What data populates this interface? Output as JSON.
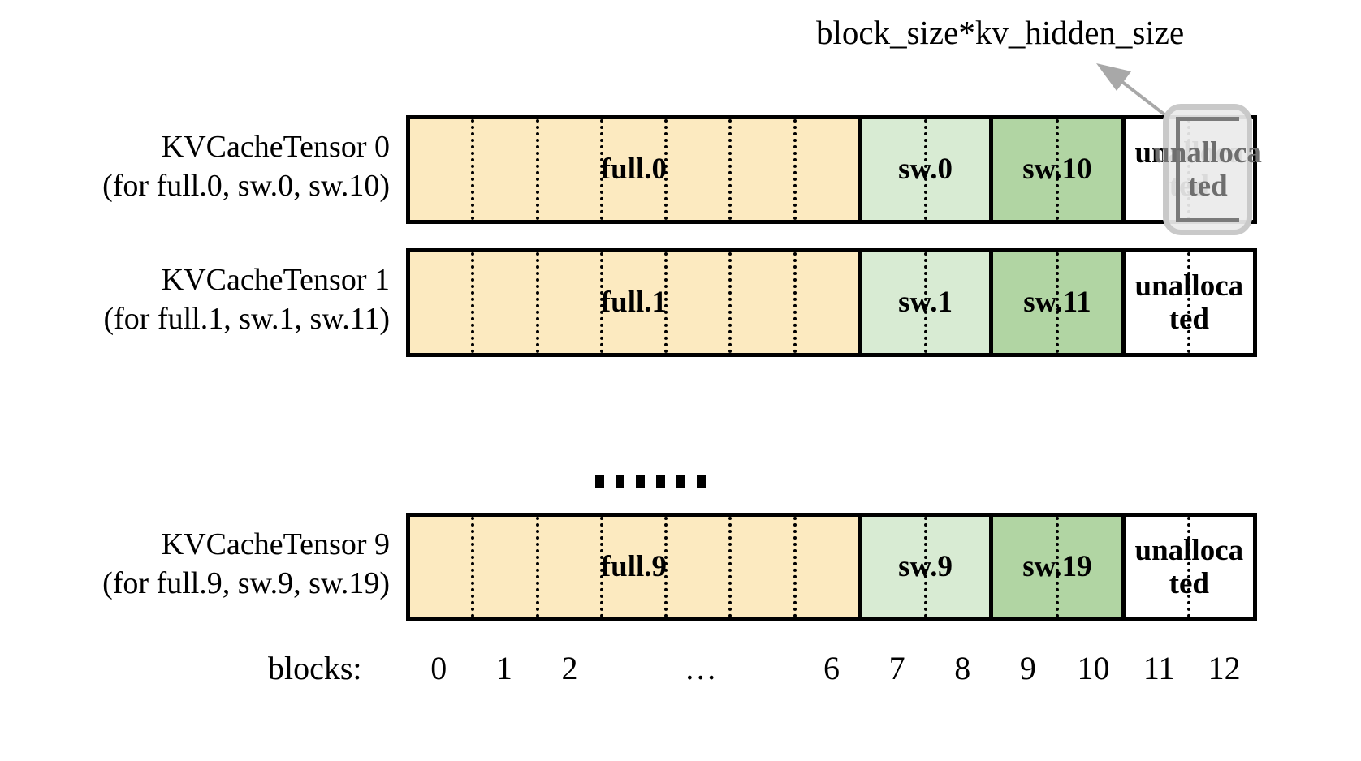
{
  "annotation": {
    "label": "block_size*kv_hidden_size",
    "arrow_icon": "arrow-up-left-icon",
    "highlight_target": "unallocated block 11 of KVCacheTensor 0"
  },
  "rows": [
    {
      "id": "kvcachetensor-0",
      "label_line1": "KVCacheTensor 0",
      "label_line2": "(for full.0, sw.0, sw.10)",
      "segments": [
        {
          "name": "full",
          "label": "full.0",
          "blocks": 7,
          "fill": "#fceac0",
          "text_color": "#000000"
        },
        {
          "name": "sw-low",
          "label": "sw.0",
          "blocks": 2,
          "fill": "#d8ebd3",
          "text_color": "#000000"
        },
        {
          "name": "sw-high",
          "label": "sw.10",
          "blocks": 2,
          "fill": "#b1d5a3",
          "text_color": "#000000"
        },
        {
          "name": "unallocated",
          "label": "unalloca\nted",
          "blocks": 2,
          "fill": "#ffffff",
          "text_color": "#000000"
        }
      ],
      "highlighted": true
    },
    {
      "id": "kvcachetensor-1",
      "label_line1": "KVCacheTensor 1",
      "label_line2": "(for full.1, sw.1, sw.11)",
      "segments": [
        {
          "name": "full",
          "label": "full.1",
          "blocks": 7,
          "fill": "#fceac0",
          "text_color": "#000000"
        },
        {
          "name": "sw-low",
          "label": "sw.1",
          "blocks": 2,
          "fill": "#d8ebd3",
          "text_color": "#000000"
        },
        {
          "name": "sw-high",
          "label": "sw.11",
          "blocks": 2,
          "fill": "#b1d5a3",
          "text_color": "#000000"
        },
        {
          "name": "unallocated",
          "label": "unalloca\nted",
          "blocks": 2,
          "fill": "#ffffff",
          "text_color": "#000000"
        }
      ],
      "highlighted": false
    },
    {
      "id": "kvcachetensor-9",
      "label_line1": "KVCacheTensor 9",
      "label_line2": "(for full.9, sw.9, sw.19)",
      "segments": [
        {
          "name": "full",
          "label": "full.9",
          "blocks": 7,
          "fill": "#fceac0",
          "text_color": "#000000"
        },
        {
          "name": "sw-low",
          "label": "sw.9",
          "blocks": 2,
          "fill": "#d8ebd3",
          "text_color": "#000000"
        },
        {
          "name": "sw-high",
          "label": "sw.19",
          "blocks": 2,
          "fill": "#b1d5a3",
          "text_color": "#000000"
        },
        {
          "name": "unallocated",
          "label": "unalloca\nted",
          "blocks": 2,
          "fill": "#ffffff",
          "text_color": "#000000"
        }
      ],
      "highlighted": false
    }
  ],
  "ellipsis": {
    "dots": 6
  },
  "axis": {
    "title": "blocks:",
    "ticks": [
      "0",
      "1",
      "2",
      "…",
      "6",
      "7",
      "8",
      "9",
      "10",
      "11",
      "12"
    ]
  },
  "colors": {
    "full_fill": "#fceac0",
    "sw_low_fill": "#d8ebd3",
    "sw_high_fill": "#b1d5a3",
    "unallocated_fill": "#ffffff",
    "border": "#000000",
    "highlight_border": "#c9c9c9",
    "highlight_text": "#6e6e6e"
  }
}
